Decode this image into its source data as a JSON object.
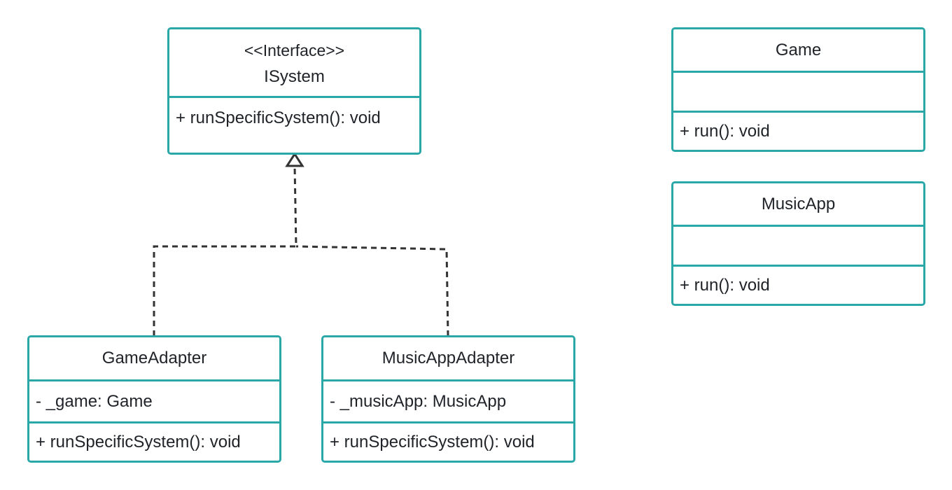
{
  "diagram": {
    "classes": {
      "isystem": {
        "stereotype": "<<Interface>>",
        "name": "ISystem",
        "methods": [
          "+ runSpecificSystem(): void"
        ]
      },
      "game": {
        "name": "Game",
        "attributes": [],
        "methods": [
          "+ run(): void"
        ]
      },
      "musicapp": {
        "name": "MusicApp",
        "attributes": [],
        "methods": [
          "+ run(): void"
        ]
      },
      "gameadapter": {
        "name": "GameAdapter",
        "attributes": [
          "- _game: Game"
        ],
        "methods": [
          "+ runSpecificSystem(): void"
        ]
      },
      "musicappadapter": {
        "name": "MusicAppAdapter",
        "attributes": [
          "- _musicApp: MusicApp"
        ],
        "methods": [
          "+ runSpecificSystem(): void"
        ]
      }
    },
    "relations": [
      {
        "type": "realization",
        "from": "GameAdapter",
        "to": "ISystem"
      },
      {
        "type": "realization",
        "from": "MusicAppAdapter",
        "to": "ISystem"
      }
    ],
    "colors": {
      "box_border": "#2aa7a7",
      "connector": "#333333",
      "text": "#1f2328"
    }
  }
}
